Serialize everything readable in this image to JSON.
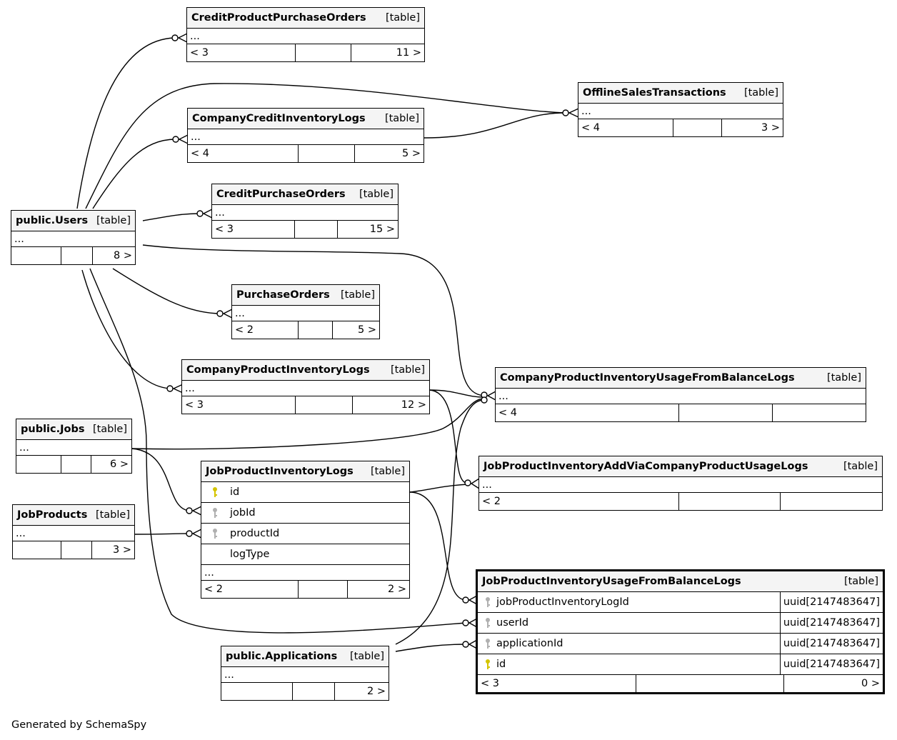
{
  "footer_text": "Generated by SchemaSpy",
  "tables": {
    "credit_product_purchase_orders": {
      "name": "CreditProductPurchaseOrders",
      "type": "[table]",
      "ellipsis": "...",
      "parents": "< 3",
      "children": "11 >"
    },
    "offline_sales_transactions": {
      "name": "OfflineSalesTransactions",
      "type": "[table]",
      "ellipsis": "...",
      "parents": "< 4",
      "children": "3 >"
    },
    "company_credit_inventory_logs": {
      "name": "CompanyCreditInventoryLogs",
      "type": "[table]",
      "ellipsis": "...",
      "parents": "< 4",
      "children": "5 >"
    },
    "credit_purchase_orders": {
      "name": "CreditPurchaseOrders",
      "type": "[table]",
      "ellipsis": "...",
      "parents": "< 3",
      "children": "15 >"
    },
    "users": {
      "name": "public.Users",
      "type": "[table]",
      "ellipsis": "...",
      "parents": "",
      "children": "8 >"
    },
    "purchase_orders": {
      "name": "PurchaseOrders",
      "type": "[table]",
      "ellipsis": "...",
      "parents": "< 2",
      "children": "5 >"
    },
    "company_product_inventory_logs": {
      "name": "CompanyProductInventoryLogs",
      "type": "[table]",
      "ellipsis": "...",
      "parents": "< 3",
      "children": "12 >"
    },
    "company_product_inventory_usage": {
      "name": "CompanyProductInventoryUsageFromBalanceLogs",
      "type": "[table]",
      "ellipsis": "...",
      "parents": "< 4",
      "children": ""
    },
    "jobs": {
      "name": "public.Jobs",
      "type": "[table]",
      "ellipsis": "...",
      "parents": "",
      "children": "6 >"
    },
    "job_products": {
      "name": "JobProducts",
      "type": "[table]",
      "ellipsis": "...",
      "parents": "",
      "children": "3 >"
    },
    "job_product_inventory_logs": {
      "name": "JobProductInventoryLogs",
      "type": "[table]",
      "ellipsis": "...",
      "parents": "< 2",
      "children": "2 >",
      "columns": [
        {
          "name": "id",
          "key": "primary-key-icon"
        },
        {
          "name": "jobId",
          "key": "foreign-key-icon"
        },
        {
          "name": "productId",
          "key": "foreign-key-icon"
        },
        {
          "name": "logType",
          "key": ""
        }
      ]
    },
    "job_product_inventory_add": {
      "name": "JobProductInventoryAddViaCompanyProductUsageLogs",
      "type": "[table]",
      "ellipsis": "...",
      "parents": "< 2",
      "children": ""
    },
    "job_product_inventory_usage": {
      "name": "JobProductInventoryUsageFromBalanceLogs",
      "type": "[table]",
      "parents": "< 3",
      "children": "0 >",
      "columns": [
        {
          "name": "jobProductInventoryLogId",
          "key": "foreign-key-icon",
          "type": "uuid[2147483647]"
        },
        {
          "name": "userId",
          "key": "foreign-key-icon",
          "type": "uuid[2147483647]"
        },
        {
          "name": "applicationId",
          "key": "foreign-key-icon",
          "type": "uuid[2147483647]"
        },
        {
          "name": "id",
          "key": "primary-key-icon",
          "type": "uuid[2147483647]"
        }
      ]
    },
    "applications": {
      "name": "public.Applications",
      "type": "[table]",
      "ellipsis": "...",
      "parents": "",
      "children": "2 >"
    }
  },
  "colors": {
    "line": "#000000",
    "header_bg": "#f4f4f4",
    "primary_key": "#d4c400",
    "foreign_key": "#b0b0b0"
  }
}
